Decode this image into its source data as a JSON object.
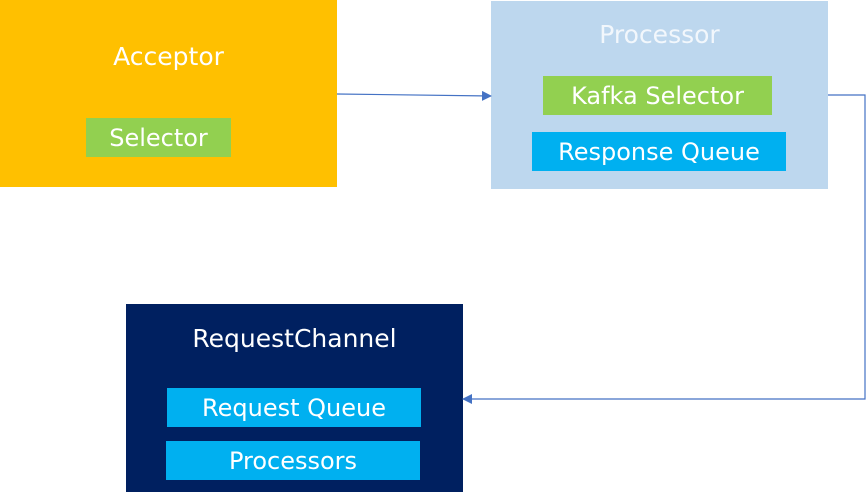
{
  "acceptor": {
    "title": "Acceptor",
    "selector": "Selector"
  },
  "processor": {
    "title": "Processor",
    "kafka_selector": "Kafka Selector",
    "response_queue": "Response Queue"
  },
  "request_channel": {
    "title": "RequestChannel",
    "request_queue": "Request Queue",
    "processors": "Processors"
  },
  "colors": {
    "acceptor": "#ffc000",
    "processor": "#bdd7ee",
    "request_channel": "#002060",
    "green_chip": "#92d050",
    "blue_chip": "#00b0f0",
    "arrow": "#4472c4"
  }
}
